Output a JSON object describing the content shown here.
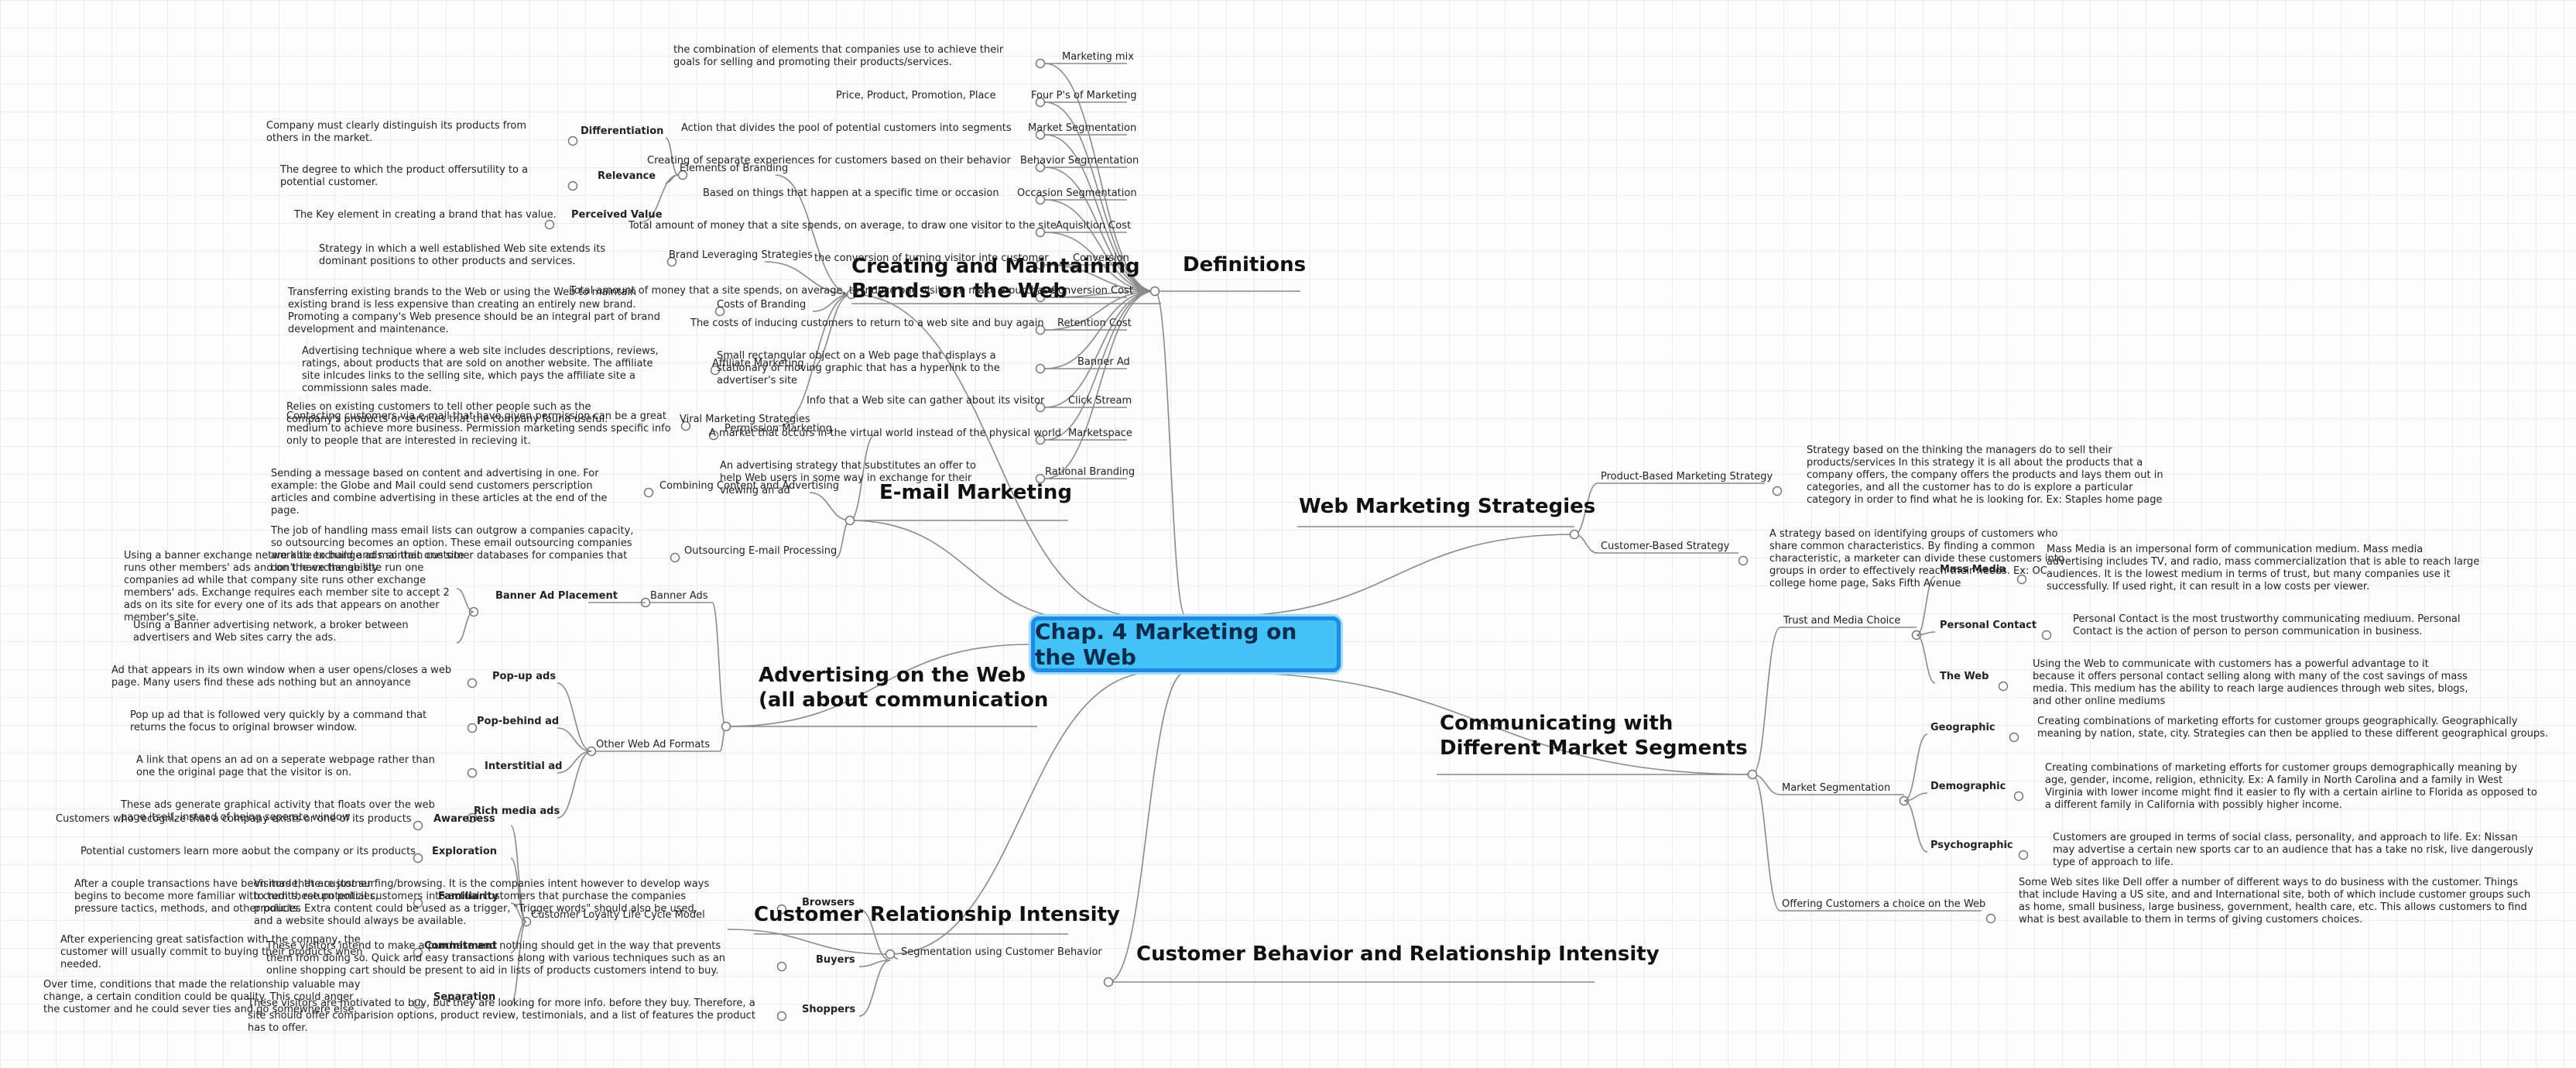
{
  "central": "Chap. 4 Marketing on the Web",
  "branches": {
    "definitions": "Definitions",
    "creating_brands": "Creating and Maintaining Brands on the Web",
    "email_marketing": "E-mail Marketing",
    "advertising": "Advertising on the Web (all about communication",
    "cust_rel_intensity": "Customer Relationship Intensity",
    "cust_behavior": "Customer Behavior and Relationship Intensity",
    "web_strategies": "Web Marketing Strategies",
    "communicating": "Communicating with Different Market Segments"
  },
  "definitions": [
    {
      "term": "Marketing mix",
      "desc": "the combination of elements that companies use to achieve their goals for selling and promoting their products/services."
    },
    {
      "term": "Four P's of Marketing",
      "desc": "Price, Product, Promotion, Place"
    },
    {
      "term": "Market Segmentation",
      "desc": "Action that divides the pool of potential customers into segments"
    },
    {
      "term": "Behavior Segmentation",
      "desc": "Creating of separate experiences for customers based on their behavior"
    },
    {
      "term": "Occasion Segmentation",
      "desc": "Based on things that happen at a specific time or occasion"
    },
    {
      "term": "Aquisition Cost",
      "desc": "Total amount of money that a site spends, on average, to draw one visitor to the site"
    },
    {
      "term": "Conversion",
      "desc": "the conversion of turning visitor into customer"
    },
    {
      "term": "Conversion Cost",
      "desc": "Total amount of money that a site spends, on average, to induce one visitor to make a purchase"
    },
    {
      "term": "Retention Cost",
      "desc": "The costs of inducing customers to return to a web site and buy again"
    },
    {
      "term": "Banner Ad",
      "desc": "Small rectangular object on a Web page that displays a stationary or moving graphic that has a hyperlink to the advertiser's site"
    },
    {
      "term": "Click Stream",
      "desc": "Info that a Web site can gather about its visitor"
    },
    {
      "term": "Marketspace",
      "desc": "A market that occurs in the virtual world instead of the physical world"
    },
    {
      "term": "Rational Branding",
      "desc": "An advertising strategy that substitutes an offer to help Web users in some way in exchange for their viewing an ad"
    }
  ],
  "brands": {
    "elements_label": "Elements of Branding",
    "elements": [
      {
        "term": "Differentiation",
        "desc": "Company must clearly distinguish its products from others in the market."
      },
      {
        "term": "Relevance",
        "desc": "The degree to which the product offersutility to a potential customer."
      },
      {
        "term": "Perceived Value",
        "desc": "The Key element in creating a brand that has value."
      }
    ],
    "items": [
      {
        "term": "Brand Leveraging Strategies",
        "desc": "Strategy in which a well established Web site extends its dominant positions to other products and services."
      },
      {
        "term": "Costs of Branding",
        "desc": "Transferring existing brands to the Web or using the Web to maintain existing brand is less expensive than creating an entirely new brand.  Promoting a company's Web presence should be an integral part of brand development and maintenance."
      },
      {
        "term": "Affiliate Marketing",
        "desc": "Advertising technique where a web site includes descriptions, reviews, ratings, about products that are sold on another website.  The affiliate site inlcudes links to the selling site, which pays the affiliate site a commissionn sales made."
      },
      {
        "term": "Viral Marketing Strategies",
        "desc": "Relies on existing customers to tell other people such as the company's products or services that the company found useful."
      }
    ]
  },
  "email": [
    {
      "term": "Permission Marketing",
      "desc": "Contacting customers via e-mail that have given permission can be a great medium to achieve more business.  Permission marketing sends specific info only to people that are interested in recieving it."
    },
    {
      "term": "Combining Content and Advertising",
      "desc": "Sending a message based on content and advertising in one.  For example: the Globe and Mail could send customers perscription articles and combine advertising in these articles at the end of the page."
    },
    {
      "term": "Outsourcing E-mail Processing",
      "desc": "The job of handling mass email lists can outgrow a companies capacity, so outsourcing becomes an option.  These email outsourcing companies are able to build and maintain customer databases for companies that don't have the ability."
    }
  ],
  "advertising": {
    "banner_ads_label": "Banner Ads",
    "banner_placement_label": "Banner Ad Placement",
    "banner_placement": [
      "Using a banner exchange network to exchange ads so that one site runs other members' ads and on the exchange site run one companies ad while that company site runs other exchange members' ads.  Exchange requires each member site to accept 2 ads on its site for every one of its ads that appears on another member's site.",
      "Using a Banner advertising network, a broker between advertisers and Web sites carry the ads."
    ],
    "other_formats_label": "Other Web Ad Formats",
    "other_formats": [
      {
        "term": "Pop-up ads",
        "desc": "Ad that appears in its own window when a user opens/closes a web page.  Many users find these ads nothing but an annoyance"
      },
      {
        "term": "Pop-behind ad",
        "desc": "Pop up ad that is followed very quickly by a command that returns the focus to original browser window."
      },
      {
        "term": "Interstitial ad",
        "desc": "A link that opens an ad on a seperate webpage rather than one the original page that the visitor is on."
      },
      {
        "term": "Rich media ads",
        "desc": "These ads generate graphical activity that floats over the web page itself, instead of being seperate window"
      }
    ]
  },
  "cri": {
    "stages": [
      {
        "term": "Awareness",
        "desc": "Customers who recognize that a company exists or one of its products"
      },
      {
        "term": "Exploration",
        "desc": "Potential customers learn more aobut the company or its products"
      },
      {
        "term": "Familiarity",
        "desc": "After a couple transactions have been made, the customer begins to become more familiar with credits, return policies, pressure tactics, methods, and other policies"
      },
      {
        "term": "Commitment",
        "desc": "After experiencing great satisfaction with the company, the customer will usually commit to buying their products when needed."
      },
      {
        "term": "Separation",
        "desc": "Over time, conditions that made the relationship valuable may change, a certain condition could be quality.  This could anger the customer and he could sever ties and go somewhere else."
      }
    ],
    "lifecycle_label": "Customer Loyalty Life Cycle Model",
    "segmentation_label": "Segmentation using Customer Behavior",
    "segments": [
      {
        "term": "Browsers",
        "desc": "Visitors that are just surfing/browsing.  It is the companies intent however to develop ways to turn these potential customers into actual customers that purchase the companies products.  Extra content could be used as a trigger, \"Trigger words\" should also be used, and a website should always be available."
      },
      {
        "term": "Buyers",
        "desc": "These visitors intend to make a purchase and nothing should get in the way that prevents them from doing so.  Quick and easy transactions along with various techniques such as an online shopping cart should be present to aid in lists of products customers intend to buy."
      },
      {
        "term": "Shoppers",
        "desc": "These visitors are motivated to buy, but they are looking for more info. before they buy.  Therefore, a site should offer comparision options, product review, testimonials, and a list of features the product has to offer."
      }
    ]
  },
  "strategies": [
    {
      "term": "Product-Based Marketing Strategy",
      "desc": "Strategy based on the thinking the managers do to sell their products/services In this strategy it is all about the products that a company offers, the company offers the products and lays them out in categories, and all the customer has to do is explore a particular category in order to find what he is looking for.  Ex: Staples home page"
    },
    {
      "term": "Customer-Based Strategy",
      "desc": "A strategy based on identifying groups of customers who share common characteristics.  By finding a common characteristic, a marketer can divide these customers into groups in order to effectively reach their needs.  Ex: OC college home page, Saks Fifth Avenue"
    }
  ],
  "communicating": {
    "trust_label": "Trust and Media Choice",
    "trust": [
      {
        "term": "Mass Media",
        "desc": "Mass Media is an impersonal form of communication medium.  Mass media advertising includes TV, and radio, mass commercialization that is able to reach large audiences.  It is the lowest medium in terms of trust, but many companies use it successfully.  If used right, it can result in a low costs per viewer."
      },
      {
        "term": "Personal Contact",
        "desc": "Personal Contact is the most trustworthy communicating mediuum.  Personal Contact is the action of person to person communication in business."
      },
      {
        "term": "The Web",
        "desc": "Using the Web to communicate with customers has a powerful advantage to it because it offers personal contact selling along with many of the cost savings of mass media.  This medium has the ability to reach large audiences through web sites, blogs, and other online mediums"
      }
    ],
    "segmentation_label": "Market Segmentation",
    "segmentation": [
      {
        "term": "Geographic",
        "desc": "Creating combinations of marketing efforts for customer groups geographically.  Geographically meaning by nation, state, city.  Strategies can then be applied to these different geographical groups."
      },
      {
        "term": "Demographic",
        "desc": "Creating combinations of marketing efforts for customer groups demographically meaning by age, gender, income, religion, ethnicity.  Ex: A family in North Carolina and a family in West Virginia with lower income might find it easier to fly with a certain airline to Florida as opposed to a different family in California with possibly higher income."
      },
      {
        "term": "Psychographic",
        "desc": "Customers are grouped in terms of social class, personality, and approach to life.  Ex: Nissan may advertise a certain new sports car to an audience that has a take no risk, live dangerously type of approach to life."
      }
    ],
    "choice_label": "Offering Customers a choice on the Web",
    "choice_desc": "Some Web sites like Dell offer a number of different ways to do business with the customer.  Things that include Having a US site, and and International site, both of which include customer groups such as home, small business, large business, government, health care, etc.  This allows customers to find what is best available to them in terms of giving customers choices."
  }
}
